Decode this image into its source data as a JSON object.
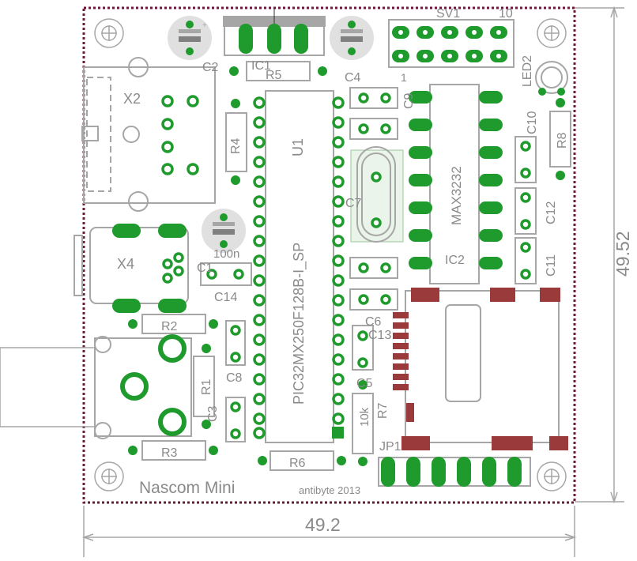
{
  "board": {
    "title": "Nascom Mini",
    "credit": "antibyte 2013",
    "width_label": "49.2",
    "height_label": "49.52"
  },
  "parts": {
    "X2": "X2",
    "X4": "X4",
    "IC1": "IC1",
    "U1": "U1",
    "IC2": "IC2",
    "C2": "C2",
    "C4": "C4",
    "C7": "C7",
    "C10": "C10",
    "C12": "C12",
    "C11": "C11",
    "C14": "C14",
    "C8": "C8",
    "C3": "C3",
    "C6": "C6",
    "C13": "C13",
    "C5": "C5",
    "C1": "C1",
    "C9": "C9",
    "R5": "R5",
    "R4": "R4",
    "R2": "R2",
    "R1": "R1",
    "R3": "R3",
    "R6": "R6",
    "R7": "R7",
    "R8": "R8",
    "LED2": "LED2",
    "SV1": "SV1",
    "JP1": "JP1",
    "U1_value": "PIC32MX250F128B-I_SP",
    "IC2_value": "MAX3232",
    "C1_value": "100n",
    "R7_value": "10k",
    "sv1_pin1": "1",
    "sv1_pin10": "10"
  }
}
